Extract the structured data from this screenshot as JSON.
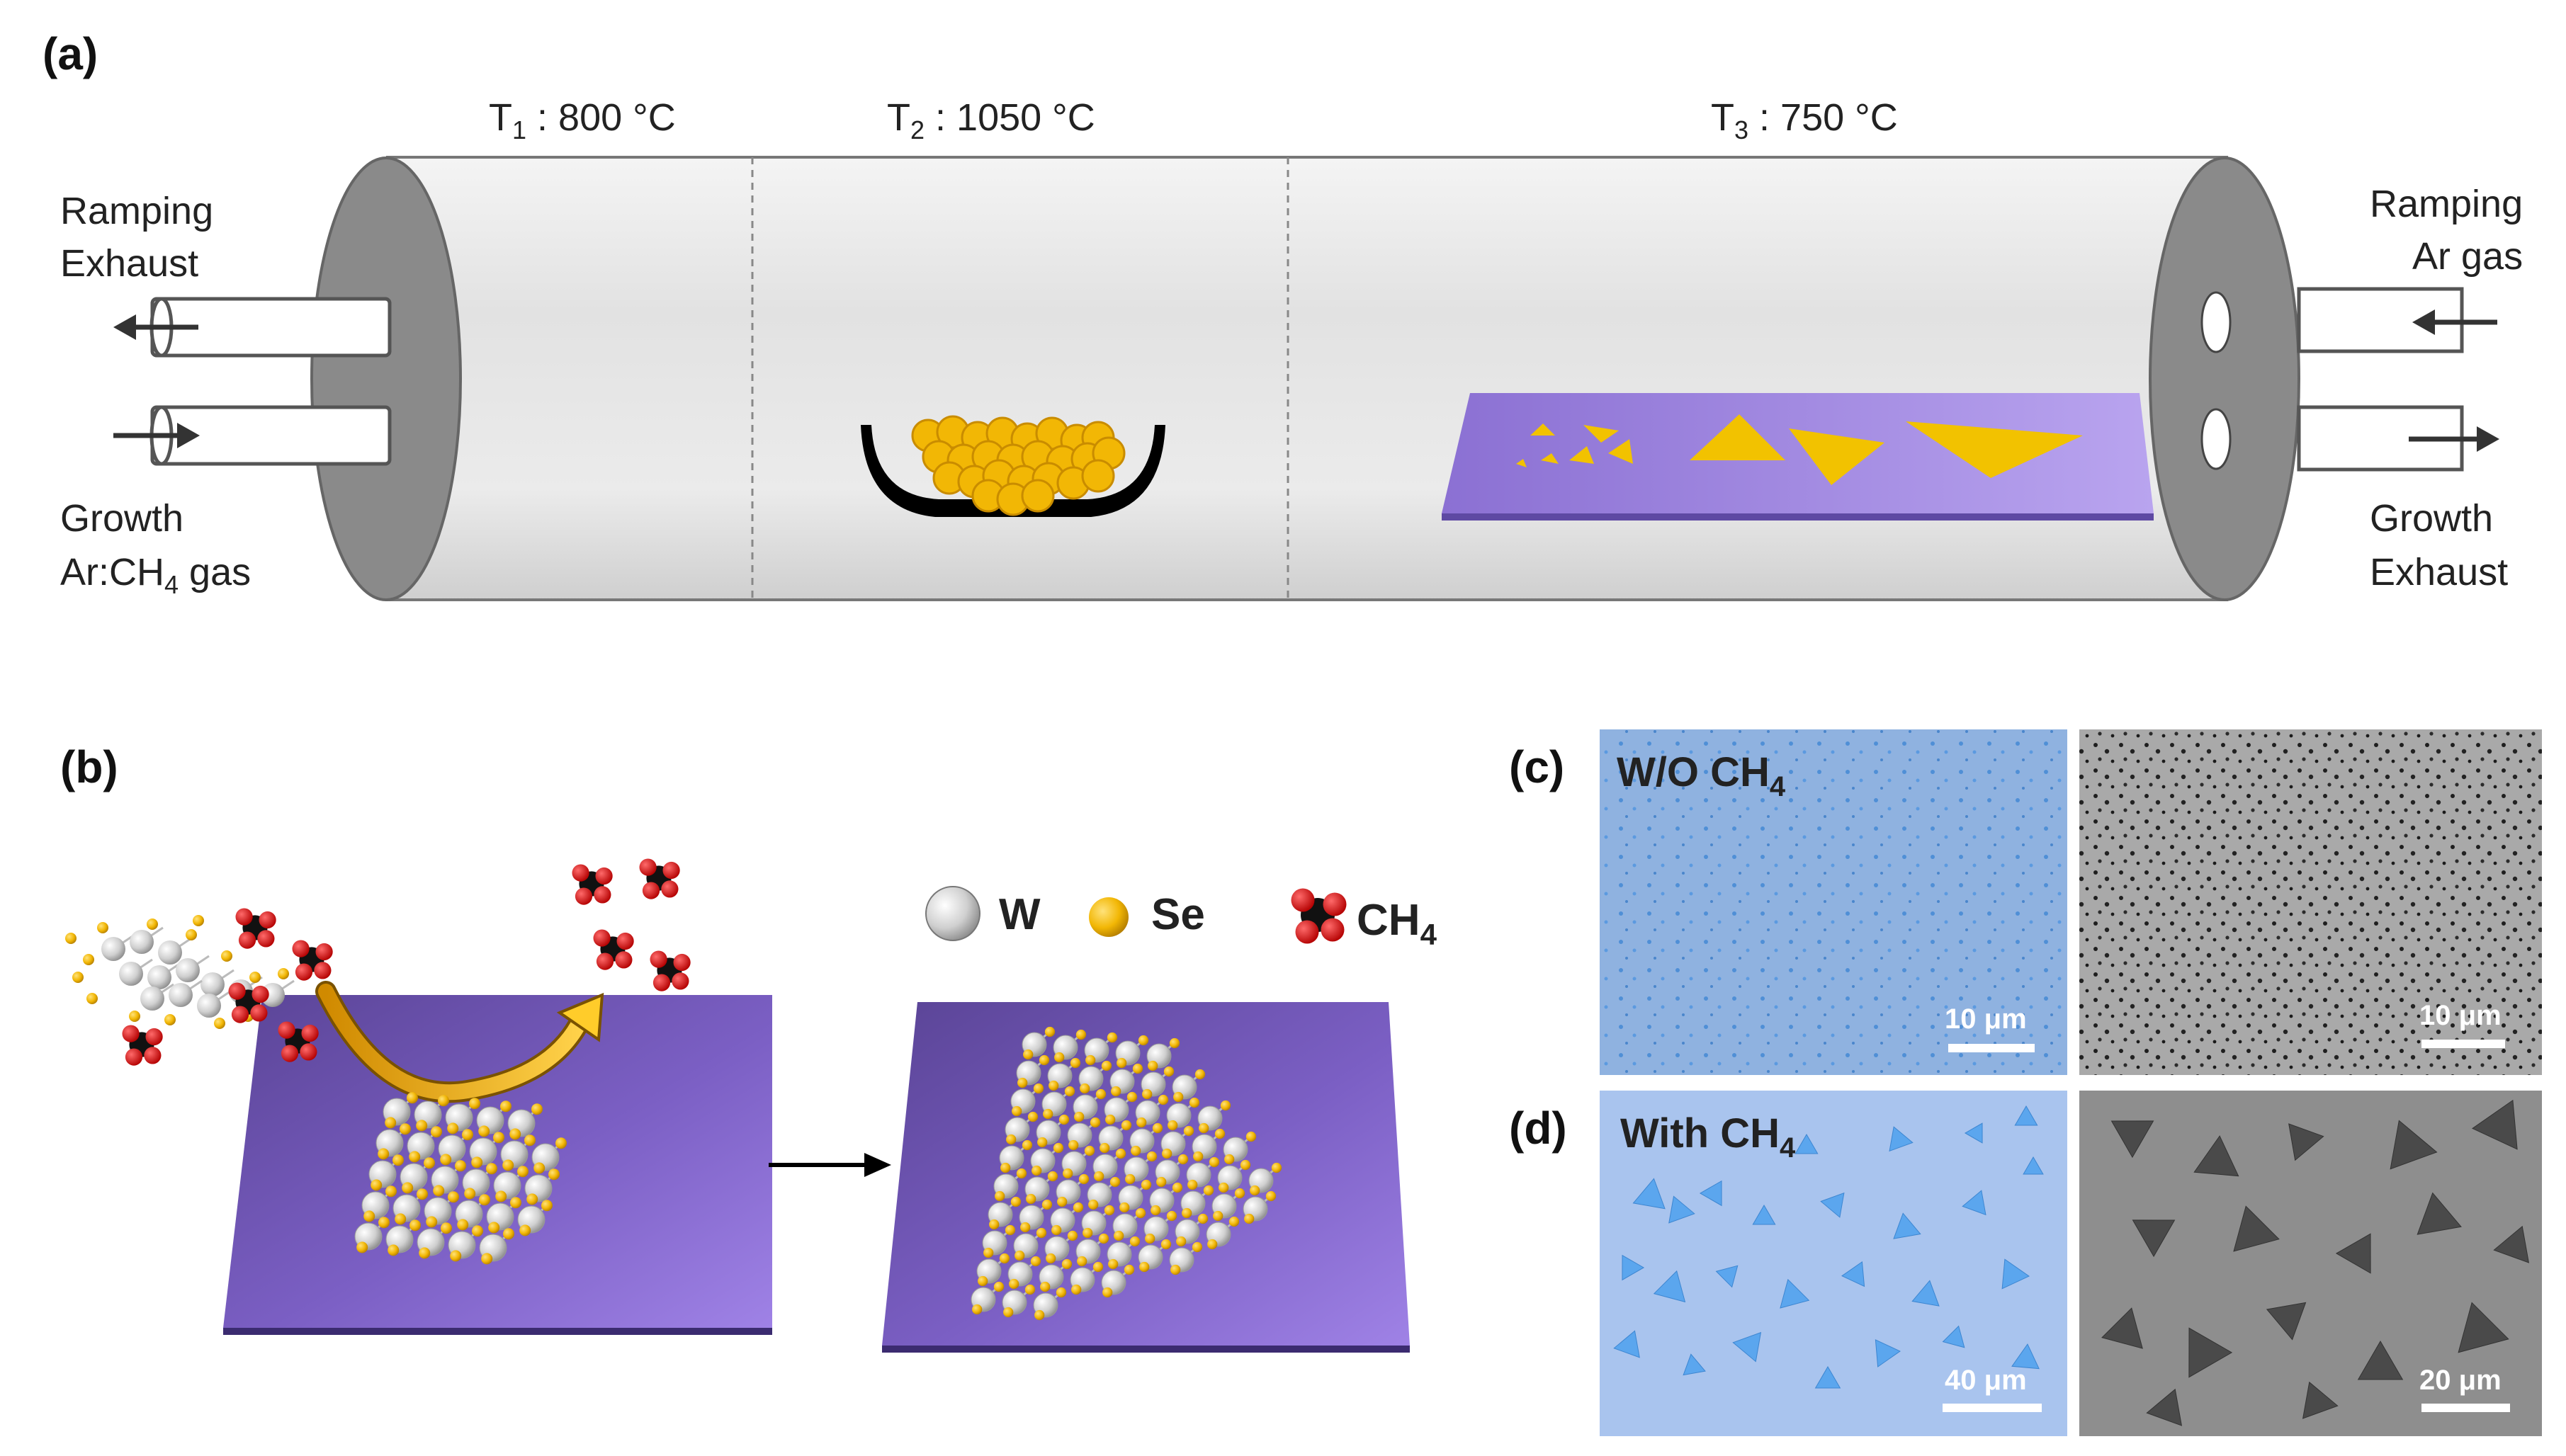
{
  "panels": {
    "a": "(a)",
    "b": "(b)",
    "c": "(c)",
    "d": "(d)"
  },
  "furnace": {
    "zones": [
      {
        "sym": "T",
        "sub": "1",
        "rest": " : 800 °C"
      },
      {
        "sym": "T",
        "sub": "2",
        "rest": " : 1050 °C"
      },
      {
        "sym": "T",
        "sub": "3",
        "rest": " : 750 °C"
      }
    ],
    "left_top": [
      "Ramping",
      "Exhaust"
    ],
    "left_bottom_line1": "Growth",
    "left_bottom_line2_main": "Ar:CH",
    "left_bottom_line2_sub": "4",
    "left_bottom_line2_tail": " gas",
    "right_top": [
      "Ramping",
      "Ar gas"
    ],
    "right_bottom": [
      "Growth",
      "Exhaust"
    ]
  },
  "legend": {
    "w": "W",
    "se": "Se",
    "ch4_main": "CH",
    "ch4_sub": "4"
  },
  "micrographs": {
    "c_label_main": "W/O CH",
    "c_label_sub": "4",
    "d_label_main": "With CH",
    "d_label_sub": "4",
    "scales": [
      "10 μm",
      "10 μm",
      "40 μm",
      "20 μm"
    ]
  },
  "colors": {
    "substrate": "#7b5fc4",
    "selenium": "#f2b705",
    "tube": "#e6e6e6",
    "tube_cap": "#8a8a8a",
    "optical_bg": "#8fb2e0",
    "sem_bg": "#9a9a9a"
  }
}
